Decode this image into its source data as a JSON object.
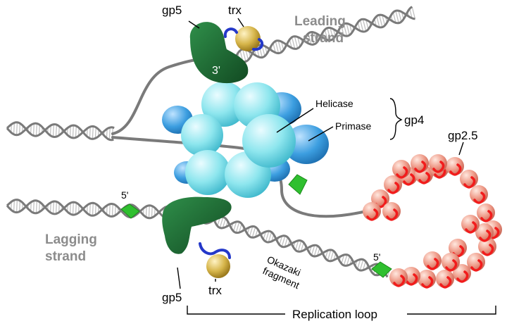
{
  "labels": {
    "gp5_top": "gp5",
    "trx_top": "trx",
    "leading_1": "Leading",
    "leading_2": "strand",
    "three_prime": "3'",
    "helicase": "Helicase",
    "primase": "Primase",
    "gp4": "gp4",
    "gp2_5": "gp2.5",
    "five_prime_left": "5'",
    "lagging_1": "Lagging",
    "lagging_2": "strand",
    "gp5_bottom": "gp5",
    "trx_bottom": "trx",
    "okazaki_1": "Okazaki",
    "okazaki_2": "fragment",
    "five_prime_right": "5'",
    "replication_loop": "Replication loop"
  },
  "colors": {
    "dna_strand": "#7a7a7a",
    "dna_rung": "#bdbdbd",
    "polymerase": "#1d6b32",
    "thioredoxin": "#d6b54a",
    "blue_loop": "#2438c9",
    "helicase": "#8ee6ee",
    "primase": "#3c9ee0",
    "ssb": "#e89080",
    "ssb_curl": "#f21c1c",
    "primer": "#2fbf2f",
    "gray_label": "#8c8c8c"
  }
}
